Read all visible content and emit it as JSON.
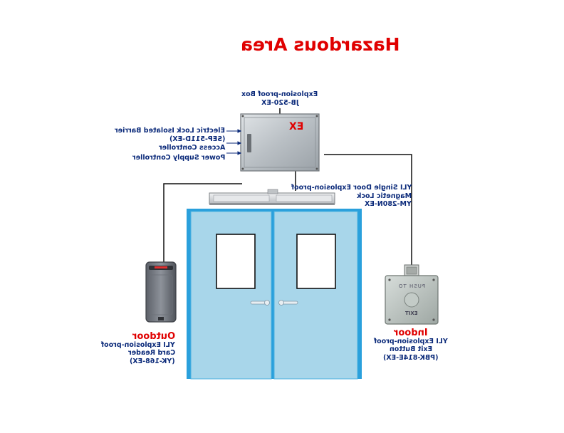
{
  "title": "Hazardous Area",
  "box": {
    "name_line1": "Explosion-proof Box",
    "name_line2": "JB-520-EX",
    "marking": "EX"
  },
  "box_components": [
    "Electric Lock Isolated Barrier",
    "(SEP-511D-EX)",
    "Access Controller",
    "Power Supply Controller"
  ],
  "lock": {
    "line1": "YLI Single Door Explosion-proof",
    "line2": "Magnetic Lock",
    "line3": "YM-280N-EX"
  },
  "outdoor": {
    "heading": "Outdoor",
    "line1": "YLI Explosion-proof",
    "line2": "Card Reader",
    "line3": "(YK-168-EX)"
  },
  "indoor": {
    "heading": "Indoor",
    "line1": "YLI Explosion-proof",
    "line2": "Exit Button",
    "line3": "(PBK-814E-EX)",
    "button_top_text": "PUSH TO",
    "button_bottom_text": "EXIT"
  },
  "colors": {
    "title": "#e00000",
    "label": "#0b2a7a",
    "door_frame": "#2aa0dc",
    "door_panel": "#a8d6ea",
    "wire": "#111111"
  }
}
